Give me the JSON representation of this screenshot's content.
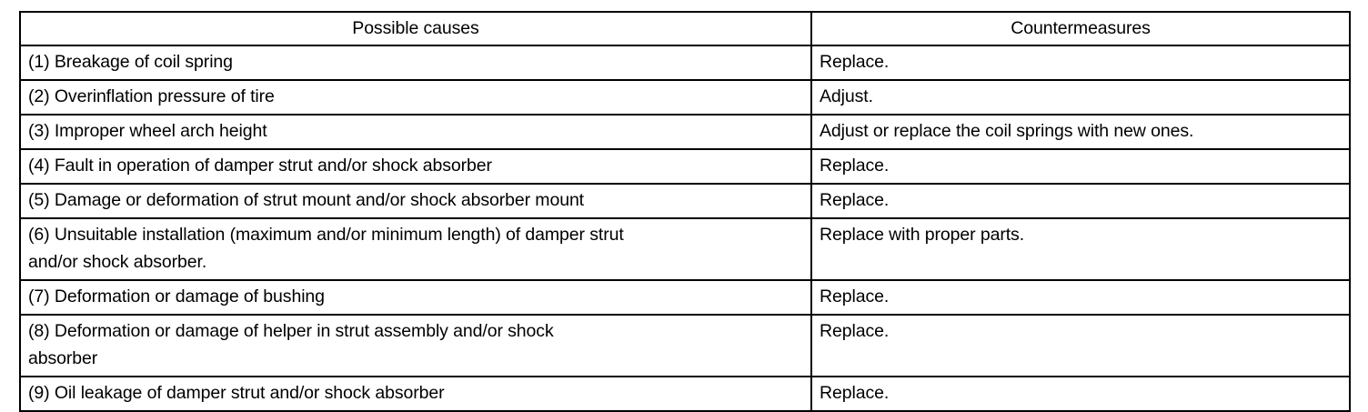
{
  "table": {
    "columns": [
      {
        "key": "cause",
        "header": "Possible causes"
      },
      {
        "key": "action",
        "header": "Countermeasures"
      }
    ],
    "rows": [
      {
        "cause": "(1) Breakage of coil spring",
        "action": "Replace.",
        "lines": 1
      },
      {
        "cause": "(2) Overinflation pressure of tire",
        "action": "Adjust.",
        "lines": 1
      },
      {
        "cause": "(3) Improper wheel arch height",
        "action": "Adjust or replace the coil springs with new ones.",
        "lines": 1
      },
      {
        "cause": "(4) Fault in operation of damper strut and/or shock absorber",
        "action": "Replace.",
        "lines": 1
      },
      {
        "cause": "(5) Damage or deformation of strut mount and/or shock absorber mount",
        "action": "Replace.",
        "lines": 1
      },
      {
        "cause": "(6) Unsuitable installation (maximum and/or minimum length) of damper strut\nand/or shock absorber.",
        "action": "Replace with proper parts.",
        "lines": 2
      },
      {
        "cause": "(7) Deformation or damage of bushing",
        "action": "Replace.",
        "lines": 1
      },
      {
        "cause": "(8) Deformation or damage of helper in strut assembly and/or shock\nabsorber",
        "action": "Replace.",
        "lines": 2
      },
      {
        "cause": "(9) Oil leakage of damper strut and/or shock absorber",
        "action": "Replace.",
        "lines": 1
      }
    ]
  },
  "style": {
    "border_color": "#000000",
    "text_color": "#000000",
    "background": "#ffffff"
  }
}
